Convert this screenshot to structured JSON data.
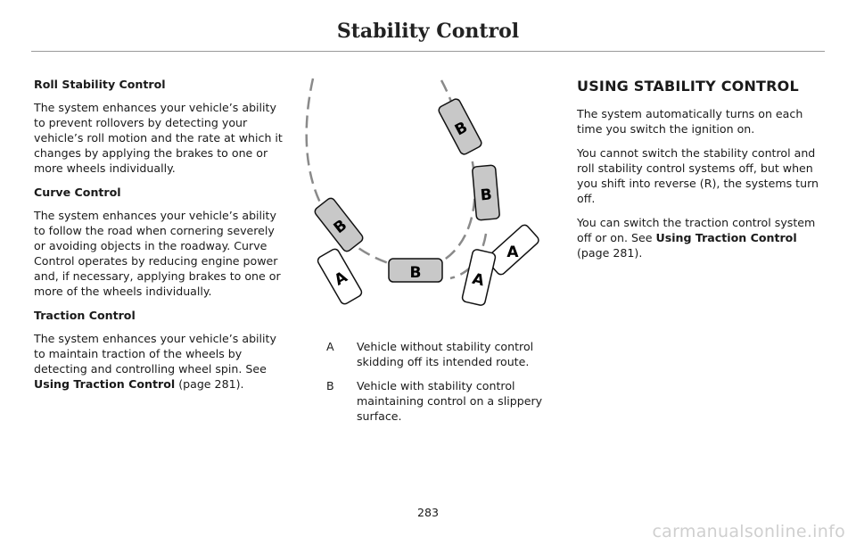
{
  "header": {
    "title": "Stability Control"
  },
  "left_column": {
    "sections": [
      {
        "heading": "Roll Stability Control",
        "body": "The system enhances your vehicle’s ability to prevent rollovers by detecting your vehicle’s roll motion and the rate at which it changes by applying the brakes to one or more wheels individually."
      },
      {
        "heading": "Curve Control",
        "body": "The system enhances your vehicle’s ability to follow the road when cornering severely or avoiding objects in the roadway. Curve Control operates by reducing engine power and, if necessary, applying brakes to one or more of the wheels individually."
      },
      {
        "heading": "Traction Control",
        "body_before": "The system enhances your vehicle’s ability to maintain traction of the wheels by detecting and controlling wheel spin. See ",
        "link": "Using Traction Control",
        "body_after": " (page 281)."
      }
    ]
  },
  "diagram": {
    "labels": {
      "a": "A",
      "b": "B"
    },
    "colors": {
      "car_a_fill": "#ffffff",
      "car_b_fill": "#c8c8c8",
      "stroke": "#111111",
      "path": "#8a8a8a"
    }
  },
  "legend": [
    {
      "key": "A",
      "text": "Vehicle without stability control skidding off its intended route."
    },
    {
      "key": "B",
      "text": "Vehicle with stability control maintaining control on a slippery surface."
    }
  ],
  "right_column": {
    "heading": "USING STABILITY CONTROL",
    "paragraphs": [
      "The system automatically turns on each time you switch the ignition on.",
      "You cannot switch the stability control and roll stability control systems off, but when you shift into reverse (R), the systems turn off."
    ],
    "last_before": "You can switch the traction control system off or on.  See ",
    "last_link": "Using Traction Control",
    "last_after": " (page 281)."
  },
  "footer": {
    "page_number": "283",
    "watermark": "carmanualsonline.info"
  }
}
